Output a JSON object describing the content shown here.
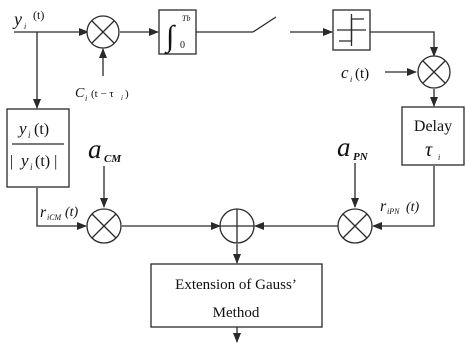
{
  "inputs": {
    "y_sym": "y",
    "y_sub": "i",
    "y_arg": "(t)",
    "delayed_c": "C",
    "delayed_c_sub": "i",
    "delayed_c_arg": "(t − τ",
    "delayed_c_arg_sub": "i",
    "delayed_c_close": ")"
  },
  "integrator": {
    "symbol": "∫",
    "lower": "0",
    "upper": "Tb"
  },
  "code": {
    "c": "c",
    "sub": "i",
    "arg": "(t)"
  },
  "delay_block": {
    "label": "Delay",
    "tau": "τ",
    "tau_sub": "i"
  },
  "normalizer": {
    "num_y": "y",
    "num_sub": "i",
    "num_arg": "(t)",
    "den_open": "| ",
    "den_y": "y",
    "den_sub": "i",
    "den_arg": "(t) |"
  },
  "weights": {
    "a_cm": "a",
    "a_cm_sub": "CM",
    "a_pn": "a",
    "a_pn_sub": "PN"
  },
  "signals": {
    "r_icm": "r",
    "r_icm_sub": "iCM",
    "r_icm_arg": "(t)",
    "r_ipn": "r",
    "r_ipn_sub": "iPN",
    "r_ipn_arg": "(t)"
  },
  "output_block": {
    "line1": "Extension of Gauss’",
    "line2": "Method"
  }
}
